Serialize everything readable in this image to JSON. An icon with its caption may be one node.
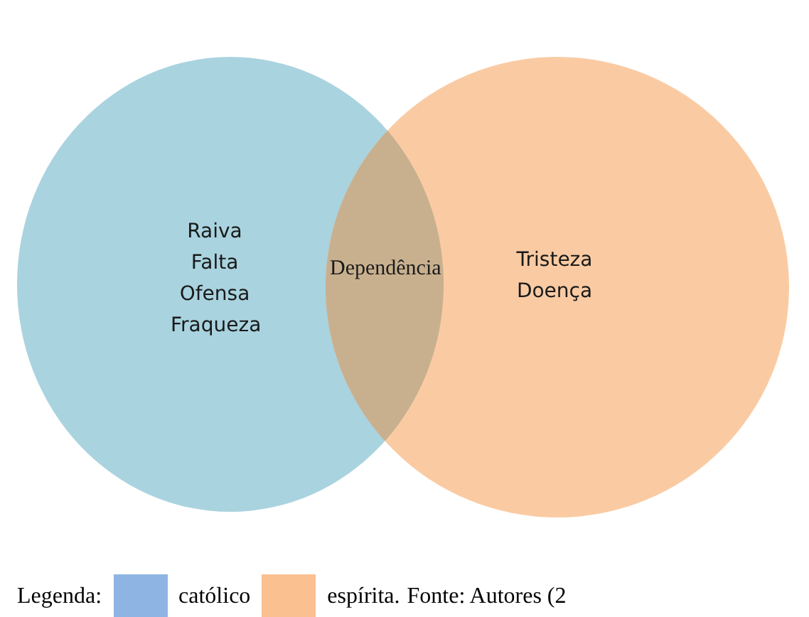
{
  "diagram": {
    "nodes": [
      {
        "text": [
          "Raiva Falta Ofensa Fraqueza"
        ]
      },
      {
        "text": [
          "Dependência"
        ]
      },
      {
        "text": [
          "Tristeza Doença"
        ]
      }
    ],
    "edges": [],
    "labels": [
      "Legenda:",
      "Fonte: Autores (2"
    ],
    "legend": [
      {
        "text": "católico",
        "color": "#8eb4e3"
      },
      {
        "text": "espírita.",
        "color": "#fac090"
      }
    ]
  }
}
